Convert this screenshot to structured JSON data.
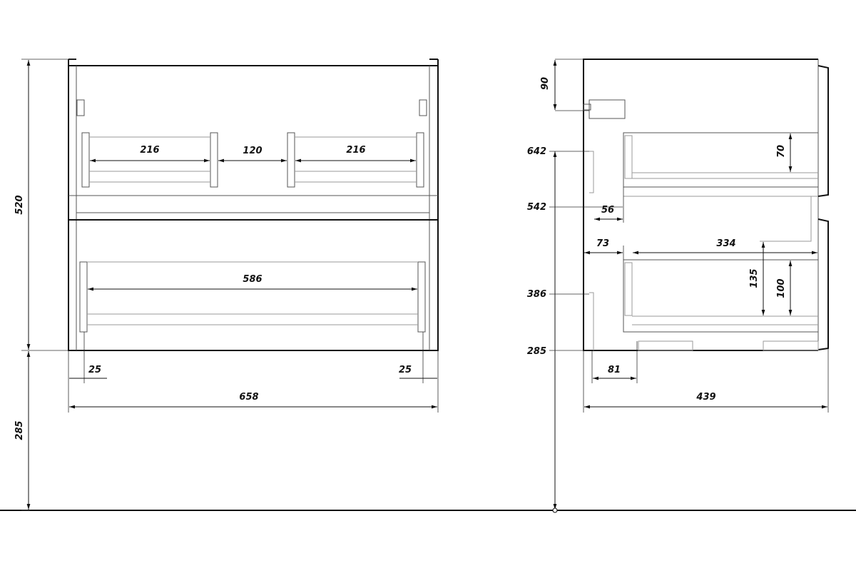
{
  "front_view": {
    "labels": {
      "total_height": "520",
      "leg_height": "285",
      "top_left_width": "216",
      "top_gap": "120",
      "top_right_width": "216",
      "bottom_drawer_width": "586",
      "left_offset": "25",
      "right_offset": "25",
      "total_width": "658"
    }
  },
  "side_view": {
    "labels": {
      "top_offset": "90",
      "h642": "642",
      "h542": "542",
      "h386": "386",
      "h285": "285",
      "top_drawer_height": "70",
      "depth_56": "56",
      "depth_73": "73",
      "drawer_depth": "334",
      "bottom_drawer_outer": "135",
      "bottom_drawer_inner": "100",
      "depth_81": "81",
      "total_depth": "439"
    }
  }
}
